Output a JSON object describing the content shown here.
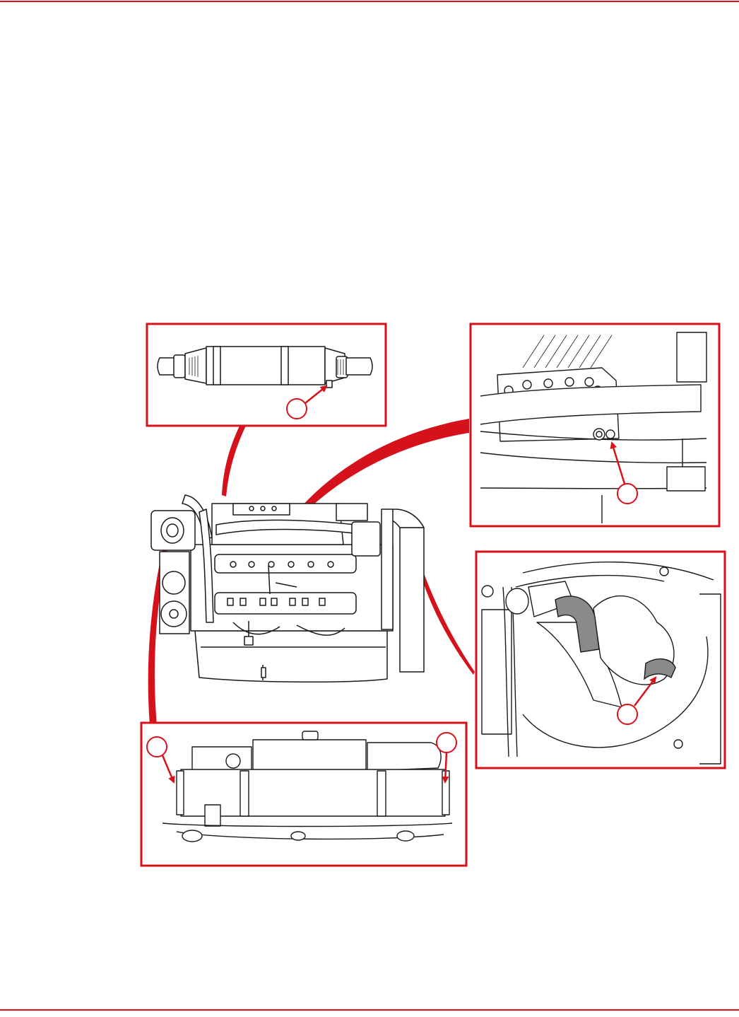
{
  "colors": {
    "accent_red": "#d5121b",
    "line": "#1a1a1a",
    "fill": "#ffffff",
    "shade": "#8a8a8a"
  },
  "figure": {
    "engine_icon": "marine-v8-engine-line-drawing",
    "callouts": [
      {
        "id": "muffler-drain",
        "icon": "drain-plug-icon"
      },
      {
        "id": "exhaust-manifold-drain",
        "icon": "drain-plug-icon"
      },
      {
        "id": "hose-drain",
        "icon": "hose-icon"
      },
      {
        "id": "cooler-drain-left",
        "icon": "drain-plug-icon"
      },
      {
        "id": "cooler-drain-right",
        "icon": "drain-plug-icon"
      }
    ]
  }
}
